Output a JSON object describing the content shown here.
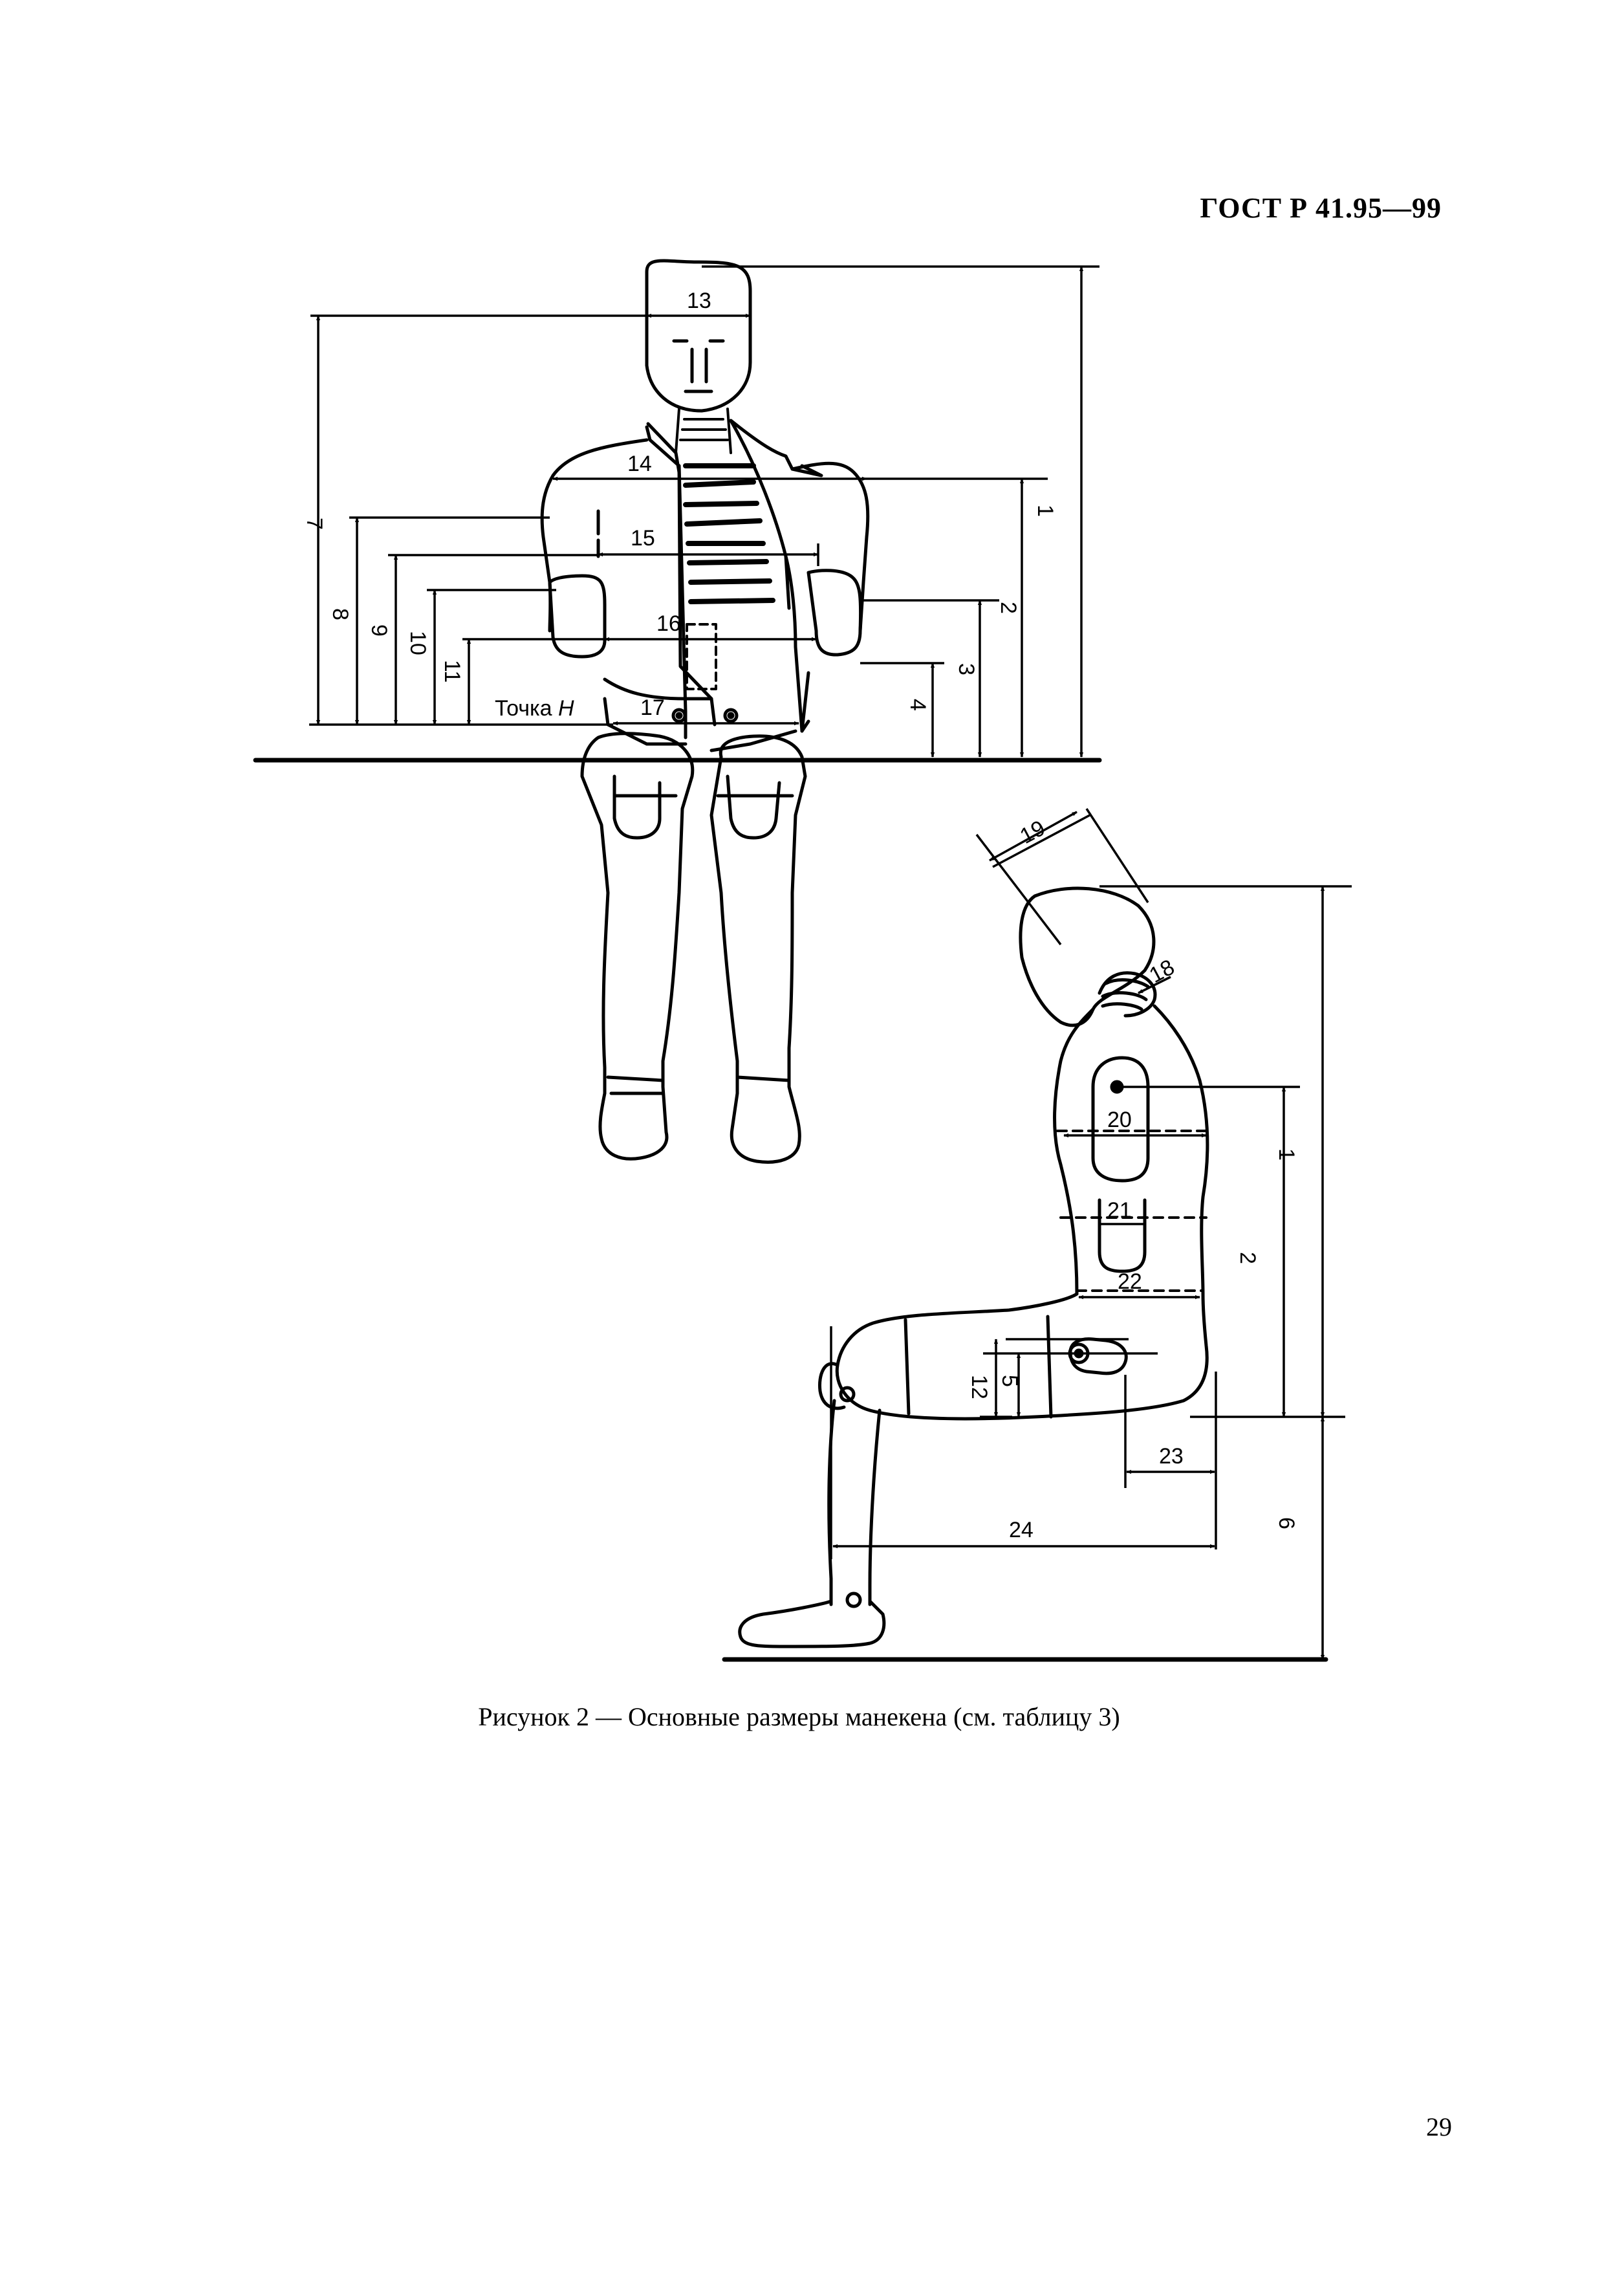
{
  "header": {
    "standard": "ГОСТ Р 41.95—99"
  },
  "caption": {
    "text": "Рисунок 2 — Основные размеры манекена (см. таблицу 3)"
  },
  "footer": {
    "page_number": "29"
  },
  "figure": {
    "front_view": {
      "labels": {
        "d1": "1",
        "d2": "2",
        "d3": "3",
        "d4": "4",
        "d7": "7",
        "d8": "8",
        "d9": "9",
        "d10": "10",
        "d11": "11",
        "d13": "13",
        "d14": "14",
        "d15": "15",
        "d16": "16",
        "d17": "17",
        "point_h_prefix": "Точка",
        "point_h_letter": "H"
      }
    },
    "side_view": {
      "labels": {
        "d1": "1",
        "d2": "2",
        "d5": "5",
        "d6": "6",
        "d12": "12",
        "d18": "18",
        "d19": "19",
        "d20": "20",
        "d21": "21",
        "d22": "22",
        "d23": "23",
        "d24": "24"
      }
    }
  }
}
